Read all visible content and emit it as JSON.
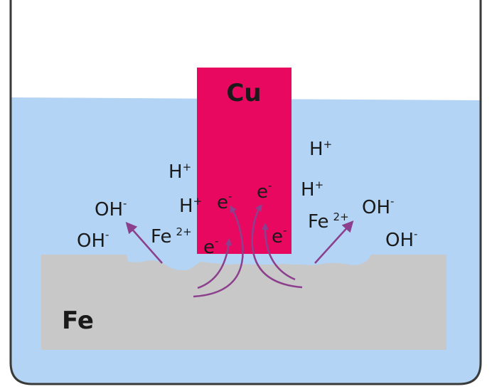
{
  "labels": {
    "copper": "Cu",
    "iron": "Fe"
  },
  "ions": {
    "hydrogen": {
      "base": "H",
      "charge": "+"
    },
    "hydroxide": {
      "base": "OH",
      "charge": "-"
    },
    "iron": {
      "base": "Fe",
      "charge": "2+"
    },
    "electron": {
      "base": "e",
      "charge": "-"
    }
  },
  "colors": {
    "water": "#b3d4f5",
    "copper": "#e8085f",
    "iron": "#c8c8c8",
    "beaker": "#3a3a3a",
    "arrow": "#8b3f8c"
  }
}
